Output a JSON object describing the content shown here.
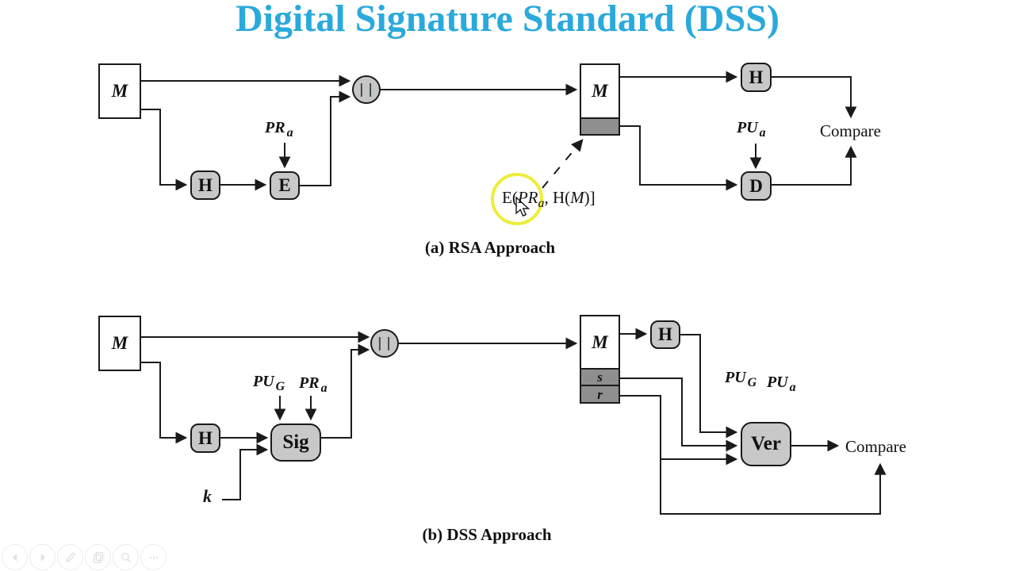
{
  "title": "Digital Signature Standard (DSS)",
  "colors": {
    "title_accent": "#2aa9dc",
    "node_fill": "#c8c8c8",
    "strip_fill": "#8f8f8f",
    "highlight_yellow": "#eded3c",
    "line": "#1a1a1a"
  },
  "rsa": {
    "caption": "(a) RSA Approach",
    "message": "M",
    "hash_sender": "H",
    "encrypt": "E",
    "concat": "||",
    "private_key": {
      "base": "PR",
      "sub": "a"
    },
    "received_message": "M",
    "hash_receiver": "H",
    "decrypt": "D",
    "public_key": {
      "base": "PU",
      "sub": "a"
    },
    "compare": "Compare",
    "signature_label": {
      "p1": "E(",
      "p2": "PR",
      "p3": "a",
      "p4": ", H(",
      "p5": "M",
      "p6": ")]"
    }
  },
  "dss": {
    "caption": "(b) DSS Approach",
    "message": "M",
    "hash_sender": "H",
    "sign": "Sig",
    "concat": "||",
    "global_key_sender": {
      "base": "PU",
      "sub": "G"
    },
    "private_key": {
      "base": "PR",
      "sub": "a"
    },
    "random_k": "k",
    "received_message": "M",
    "sig_s": "s",
    "sig_r": "r",
    "hash_receiver": "H",
    "verify": "Ver",
    "global_key_receiver": {
      "base": "PU",
      "sub": "G"
    },
    "public_key": {
      "base": "PU",
      "sub": "a"
    },
    "compare": "Compare"
  },
  "player_controls": {
    "icons": [
      "back",
      "forward",
      "pencil",
      "copy",
      "search",
      "more"
    ]
  }
}
